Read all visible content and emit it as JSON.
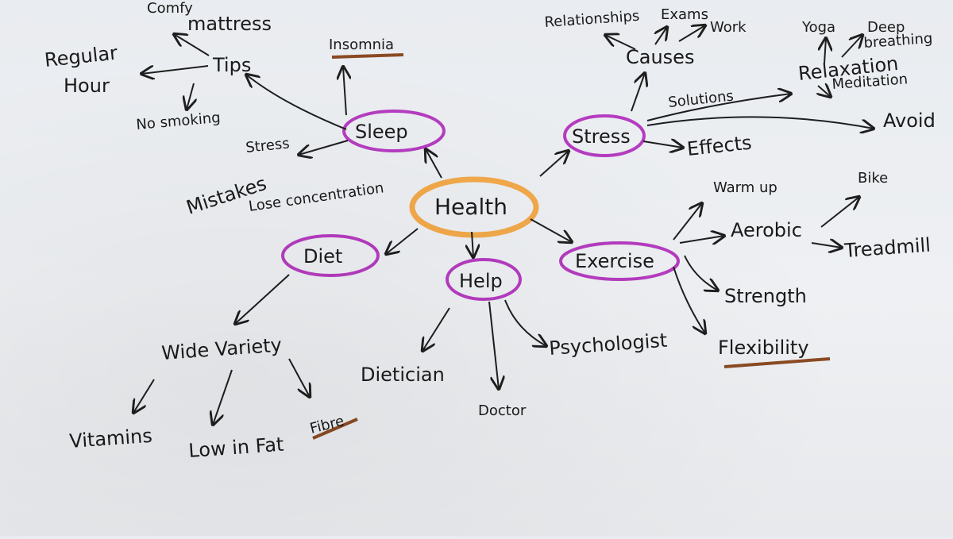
{
  "mindmap": {
    "center": "Health",
    "sleep": {
      "label": "Sleep",
      "insomnia": "Insomnia",
      "tips": "Tips",
      "comfy": "Comfy",
      "mattress": "mattress",
      "regular": "Regular",
      "hour": "Hour",
      "no_smoking": "No smoking",
      "stress": "Stress",
      "mistakes": "Mistakes",
      "lose_concentration": "Lose concentration"
    },
    "stress": {
      "label": "Stress",
      "causes": "Causes",
      "relationships": "Relationships",
      "exams": "Exams",
      "work": "Work",
      "solutions": "Solutions",
      "relaxation": "Relaxation",
      "yoga": "Yoga",
      "deep": "Deep",
      "breathing": "breathing",
      "meditation": "Meditation",
      "avoid": "Avoid",
      "effects": "Effects"
    },
    "diet": {
      "label": "Diet",
      "wide_variety": "Wide Variety",
      "vitamins": "Vitamins",
      "low_in_fat": "Low in Fat",
      "fibre": "Fibre"
    },
    "help": {
      "label": "Help",
      "dietician": "Dietician",
      "doctor": "Doctor",
      "psychologist": "Psychologist"
    },
    "exercise": {
      "label": "Exercise",
      "warm_up": "Warm up",
      "aerobic": "Aerobic",
      "bike": "Bike",
      "treadmill": "Treadmill",
      "strength": "Strength",
      "flexibility": "Flexibility"
    }
  },
  "colors": {
    "ink": "#1e1e1e",
    "center_ring": "#f2a94a",
    "topic_ring": "#b53cc0",
    "underline": "#8a4a22"
  }
}
